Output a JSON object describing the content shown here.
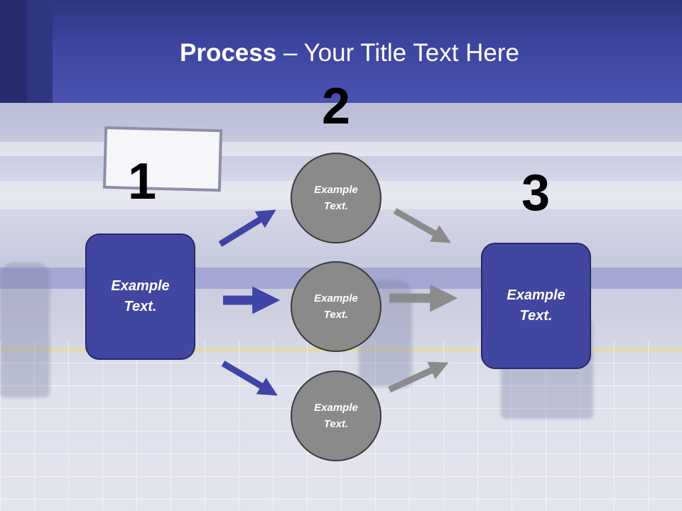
{
  "slide": {
    "title_bold": "Process",
    "title_rest": " – Your Title Text Here"
  },
  "steps": [
    {
      "number": "1",
      "label": "Example\nText."
    },
    {
      "number": "2",
      "label": "Example\nText."
    },
    {
      "number": "3",
      "label": "Example\nText."
    }
  ],
  "circles": [
    {
      "label": "Example\nText."
    },
    {
      "label": "Example\nText."
    },
    {
      "label": "Example\nText."
    }
  ],
  "colors": {
    "header": "#3d45a0",
    "box_fill": "#4146a0",
    "circle_fill": "#8a8a8a",
    "arrow_blue": "#3e45a6",
    "arrow_gray": "#8c8c8c"
  }
}
